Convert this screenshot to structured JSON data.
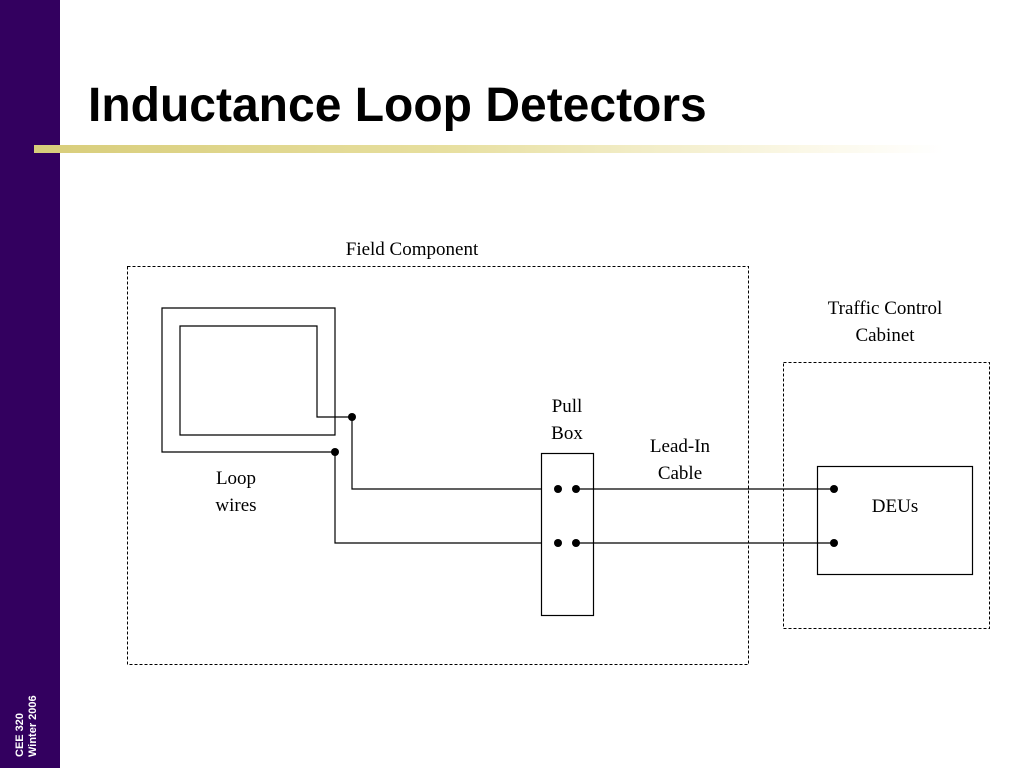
{
  "slide": {
    "title": "Inductance Loop Detectors",
    "footer": {
      "line1": "CEE 320",
      "line2": "Winter 2006"
    },
    "colors": {
      "sidebar": "#33005f",
      "rule": "#d8cd7a"
    }
  },
  "diagram": {
    "field_component_label": "Field Component",
    "cabinet_label": {
      "line1": "Traffic Control",
      "line2": "Cabinet"
    },
    "pull_box_label": {
      "line1": "Pull",
      "line2": "Box"
    },
    "lead_in_label": {
      "line1": "Lead-In",
      "line2": "Cable"
    },
    "loop_wires_label": {
      "line1": "Loop",
      "line2": "wires"
    },
    "deu_label": "DEUs"
  }
}
